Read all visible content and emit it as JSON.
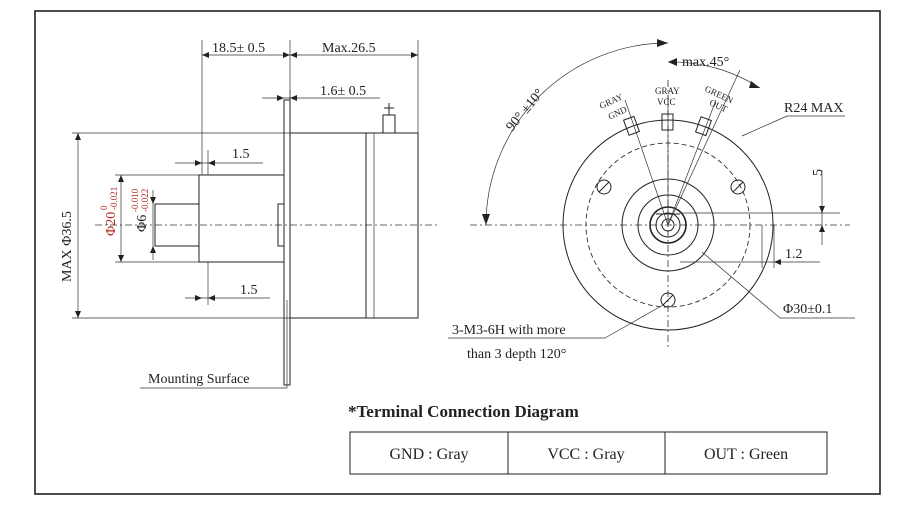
{
  "side_view": {
    "dim_18_5": "18.5± 0.5",
    "dim_max_26_5": "Max.26.5",
    "dim_1_6": "1.6± 0.5",
    "dim_1_5_top": "1.5",
    "dim_1_5_bottom": "1.5",
    "dim_max_dia": "MAX Φ36.5",
    "dim_phi20": "Φ20",
    "dim_phi20_tol_upper": "0",
    "dim_phi20_tol_lower": "-0.021",
    "dim_phi6": "Φ6",
    "dim_phi6_tol_upper": "-0.010",
    "dim_phi6_tol_lower": "-0.022",
    "mounting_surface": "Mounting Surface"
  },
  "front_view": {
    "angle_90": "90° ±10°",
    "angle_max45": "max.45°",
    "term_gray_gnd_1": "GRAY",
    "term_gray_gnd_2": "GND",
    "term_gray_vcc_1": "GRAY",
    "term_gray_vcc_2": "VCC",
    "term_green_out_1": "GREEN",
    "term_green_out_2": "OUT",
    "r24": "R24 MAX",
    "dim_5": "5",
    "dim_1_2": "1.2",
    "dim_phi30": "Φ30±0.1",
    "holes_line1": "3-M3-6H with more",
    "holes_line2": "than 3 depth 120°"
  },
  "terminal": {
    "title": "*Terminal Connection Diagram",
    "cells": [
      "GND : Gray",
      "VCC : Gray",
      "OUT : Green"
    ]
  }
}
